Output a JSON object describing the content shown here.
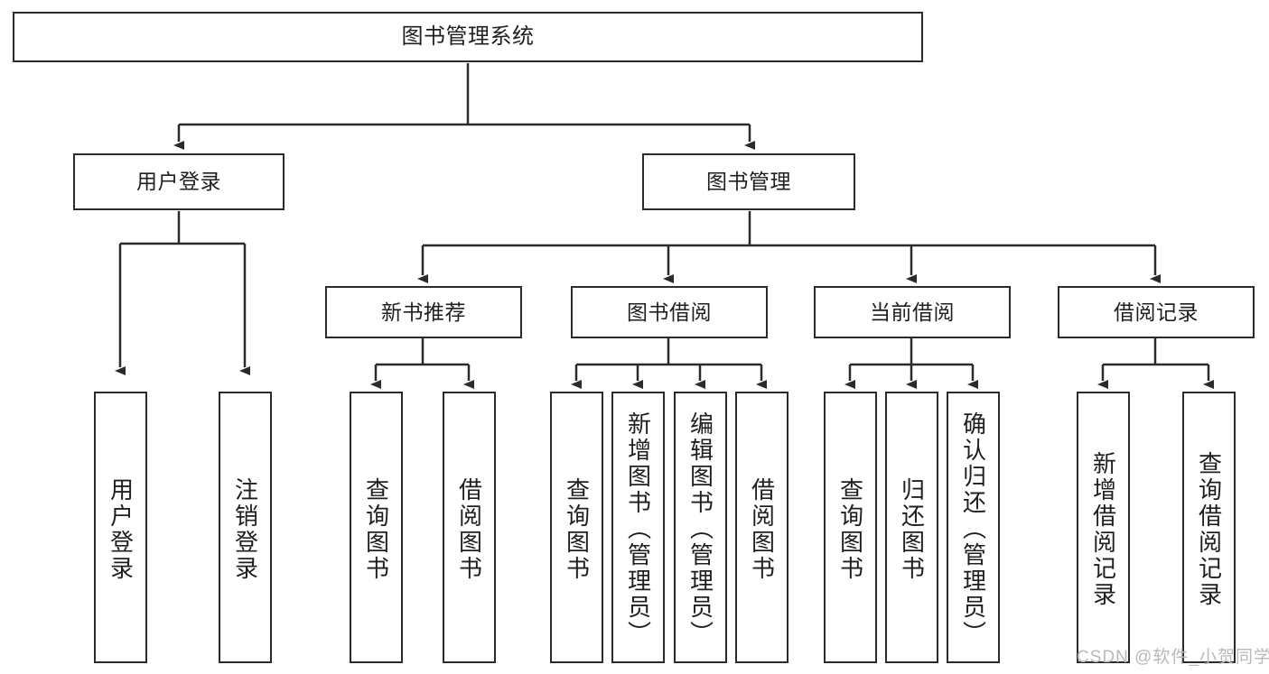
{
  "diagram": {
    "title": "图书管理系统",
    "type": "tree",
    "orientation": "top-down",
    "line_color": "#2b2b2b",
    "box_fill": "#ffffff",
    "text_color": "#1f1f1f",
    "root": {
      "id": "root",
      "label": "图书管理系统",
      "text_direction": "horizontal"
    },
    "level1": [
      {
        "id": "user-login",
        "label": "用户登录",
        "text_direction": "horizontal"
      },
      {
        "id": "book-manage",
        "label": "图书管理",
        "text_direction": "horizontal"
      }
    ],
    "level2": [
      {
        "id": "new-book-recommend",
        "label": "新书推荐",
        "parent": "book-manage",
        "text_direction": "horizontal"
      },
      {
        "id": "book-borrow",
        "label": "图书借阅",
        "parent": "book-manage",
        "text_direction": "horizontal"
      },
      {
        "id": "current-borrow",
        "label": "当前借阅",
        "parent": "book-manage",
        "text_direction": "horizontal"
      },
      {
        "id": "borrow-record",
        "label": "借阅记录",
        "parent": "book-manage",
        "text_direction": "horizontal"
      }
    ],
    "leaves": [
      {
        "id": "leaf-user-login",
        "label": "用户登录",
        "parent": "user-login",
        "text_direction": "vertical"
      },
      {
        "id": "leaf-logout-login",
        "label": "注销登录",
        "parent": "user-login",
        "text_direction": "vertical"
      },
      {
        "id": "leaf-query-book-1",
        "label": "查询图书",
        "parent": "new-book-recommend",
        "text_direction": "vertical"
      },
      {
        "id": "leaf-borrow-book-1",
        "label": "借阅图书",
        "parent": "new-book-recommend",
        "text_direction": "vertical"
      },
      {
        "id": "leaf-query-book-2",
        "label": "查询图书",
        "parent": "book-borrow",
        "text_direction": "vertical"
      },
      {
        "id": "leaf-add-book",
        "label": "新增图书（管理员）",
        "parent": "book-borrow",
        "text_direction": "vertical"
      },
      {
        "id": "leaf-edit-book",
        "label": "编辑图书（管理员）",
        "parent": "book-borrow",
        "text_direction": "vertical"
      },
      {
        "id": "leaf-borrow-book-2",
        "label": "借阅图书",
        "parent": "book-borrow",
        "text_direction": "vertical"
      },
      {
        "id": "leaf-query-book-3",
        "label": "查询图书",
        "parent": "current-borrow",
        "text_direction": "vertical"
      },
      {
        "id": "leaf-return-book",
        "label": "归还图书",
        "parent": "current-borrow",
        "text_direction": "vertical"
      },
      {
        "id": "leaf-confirm-return",
        "label": "确认归还（管理员）",
        "parent": "current-borrow",
        "text_direction": "vertical"
      },
      {
        "id": "leaf-add-record",
        "label": "新增借阅记录",
        "parent": "borrow-record",
        "text_direction": "vertical"
      },
      {
        "id": "leaf-query-record",
        "label": "查询借阅记录",
        "parent": "borrow-record",
        "text_direction": "vertical"
      }
    ]
  },
  "watermark": {
    "text": "CSDN @软件_小贺同学"
  }
}
